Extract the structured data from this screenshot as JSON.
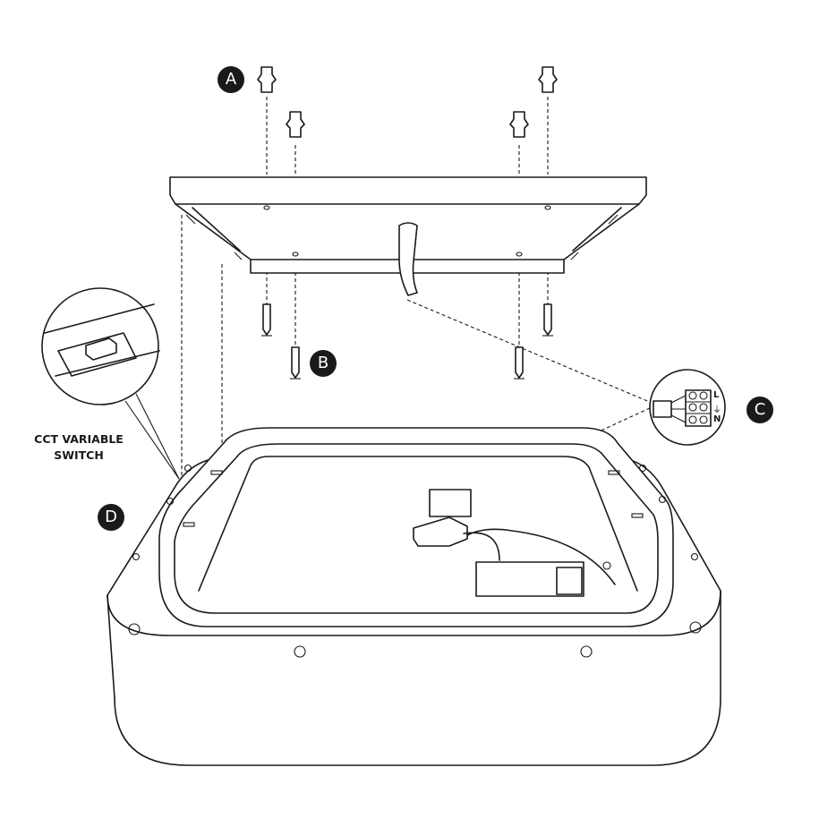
{
  "labels": {
    "a": "A",
    "b": "B",
    "c": "C",
    "d": "D"
  },
  "switch_label": {
    "line1": "CCT VARIABLE",
    "line2": "SWITCH"
  },
  "terminals": {
    "live": "L",
    "earth": "⏚",
    "neutral": "N"
  },
  "colors": {
    "ink": "#1a1a1a",
    "background": "#ffffff"
  }
}
